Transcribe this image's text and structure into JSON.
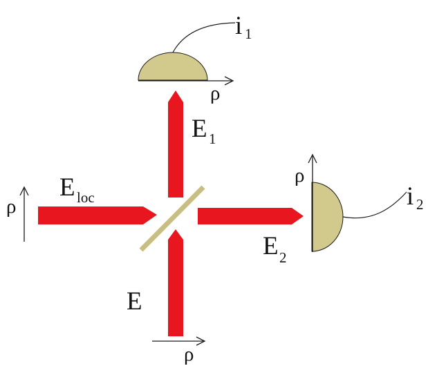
{
  "colors": {
    "beam": "#E8161E",
    "splitter": "#C8BE82",
    "detector": "#D2C98D",
    "line": "#1a1a1a",
    "background": "#ffffff"
  },
  "labels": {
    "i1_main": "i",
    "i1_sub": "1",
    "i2_main": "i",
    "i2_sub": "2",
    "e1_main": "E",
    "e1_sub": "1",
    "e2_main": "E",
    "e2_sub": "2",
    "eloc_main": "E",
    "eloc_sub": "loc",
    "e_main": "E",
    "rho_top": "ρ",
    "rho_right": "ρ",
    "rho_left": "ρ",
    "rho_bottom": "ρ"
  }
}
